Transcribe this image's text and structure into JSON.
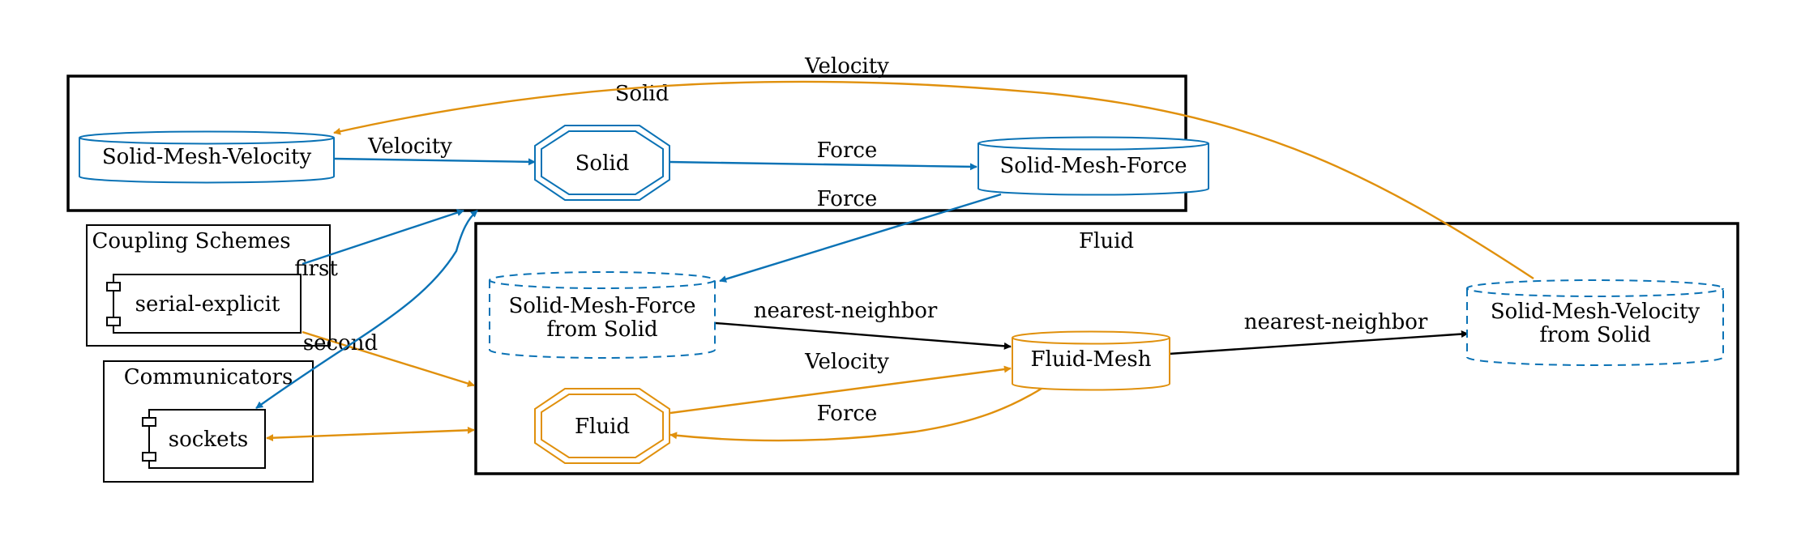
{
  "colors": {
    "solid_participant": "#0a72b5",
    "fluid_participant": "#e0900c",
    "mapping": "#000000",
    "frame": "#000000"
  },
  "clusters": {
    "solid": "Solid",
    "fluid": "Fluid",
    "coupling_schemes": "Coupling Schemes",
    "communicators": "Communicators"
  },
  "nodes": {
    "solid_mesh_velocity": "Solid-Mesh-Velocity",
    "solid": "Solid",
    "solid_mesh_force": "Solid-Mesh-Force",
    "serial_explicit": "serial-explicit",
    "sockets": "sockets",
    "received_force_line1": "Solid-Mesh-Force",
    "received_force_line2": "from Solid",
    "fluid_mesh": "Fluid-Mesh",
    "received_velocity_line1": "Solid-Mesh-Velocity",
    "received_velocity_line2": "from Solid",
    "fluid": "Fluid"
  },
  "edges": {
    "solid_velocity_write": "Velocity",
    "solid_force_read": "Force",
    "force_exchange": "Force",
    "velocity_exchange": "Velocity",
    "coupling_first": "first",
    "coupling_second": "second",
    "force_mapping": "nearest-neighbor",
    "velocity_mapping": "nearest-neighbor",
    "fluid_velocity_write": "Velocity",
    "fluid_force_read": "Force"
  }
}
